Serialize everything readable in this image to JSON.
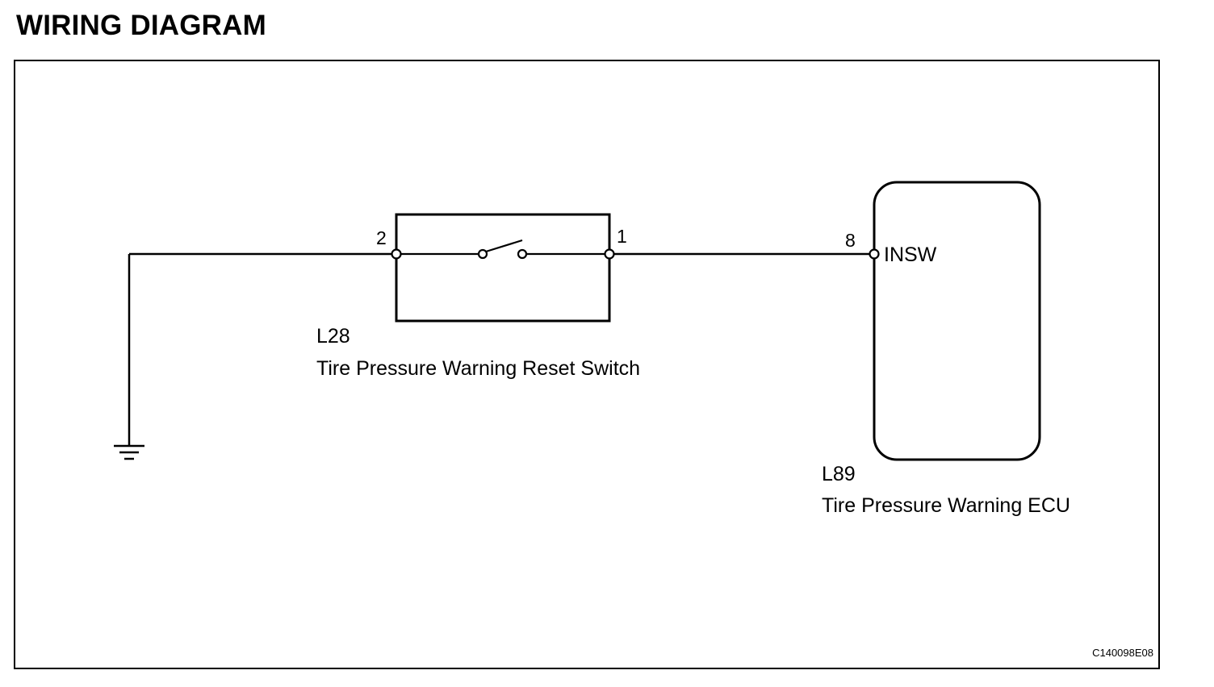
{
  "page": {
    "title": "WIRING DIAGRAM"
  },
  "diagram": {
    "components": {
      "reset_switch": {
        "code": "L28",
        "name": "Tire Pressure Warning Reset Switch",
        "pins": {
          "left": "2",
          "right": "1"
        }
      },
      "ecu": {
        "code": "L89",
        "name": "Tire Pressure Warning ECU",
        "pin": "8",
        "terminal": "INSW"
      }
    },
    "ground": {
      "symbol": "ground-icon"
    },
    "reference_code": "C140098E08"
  }
}
